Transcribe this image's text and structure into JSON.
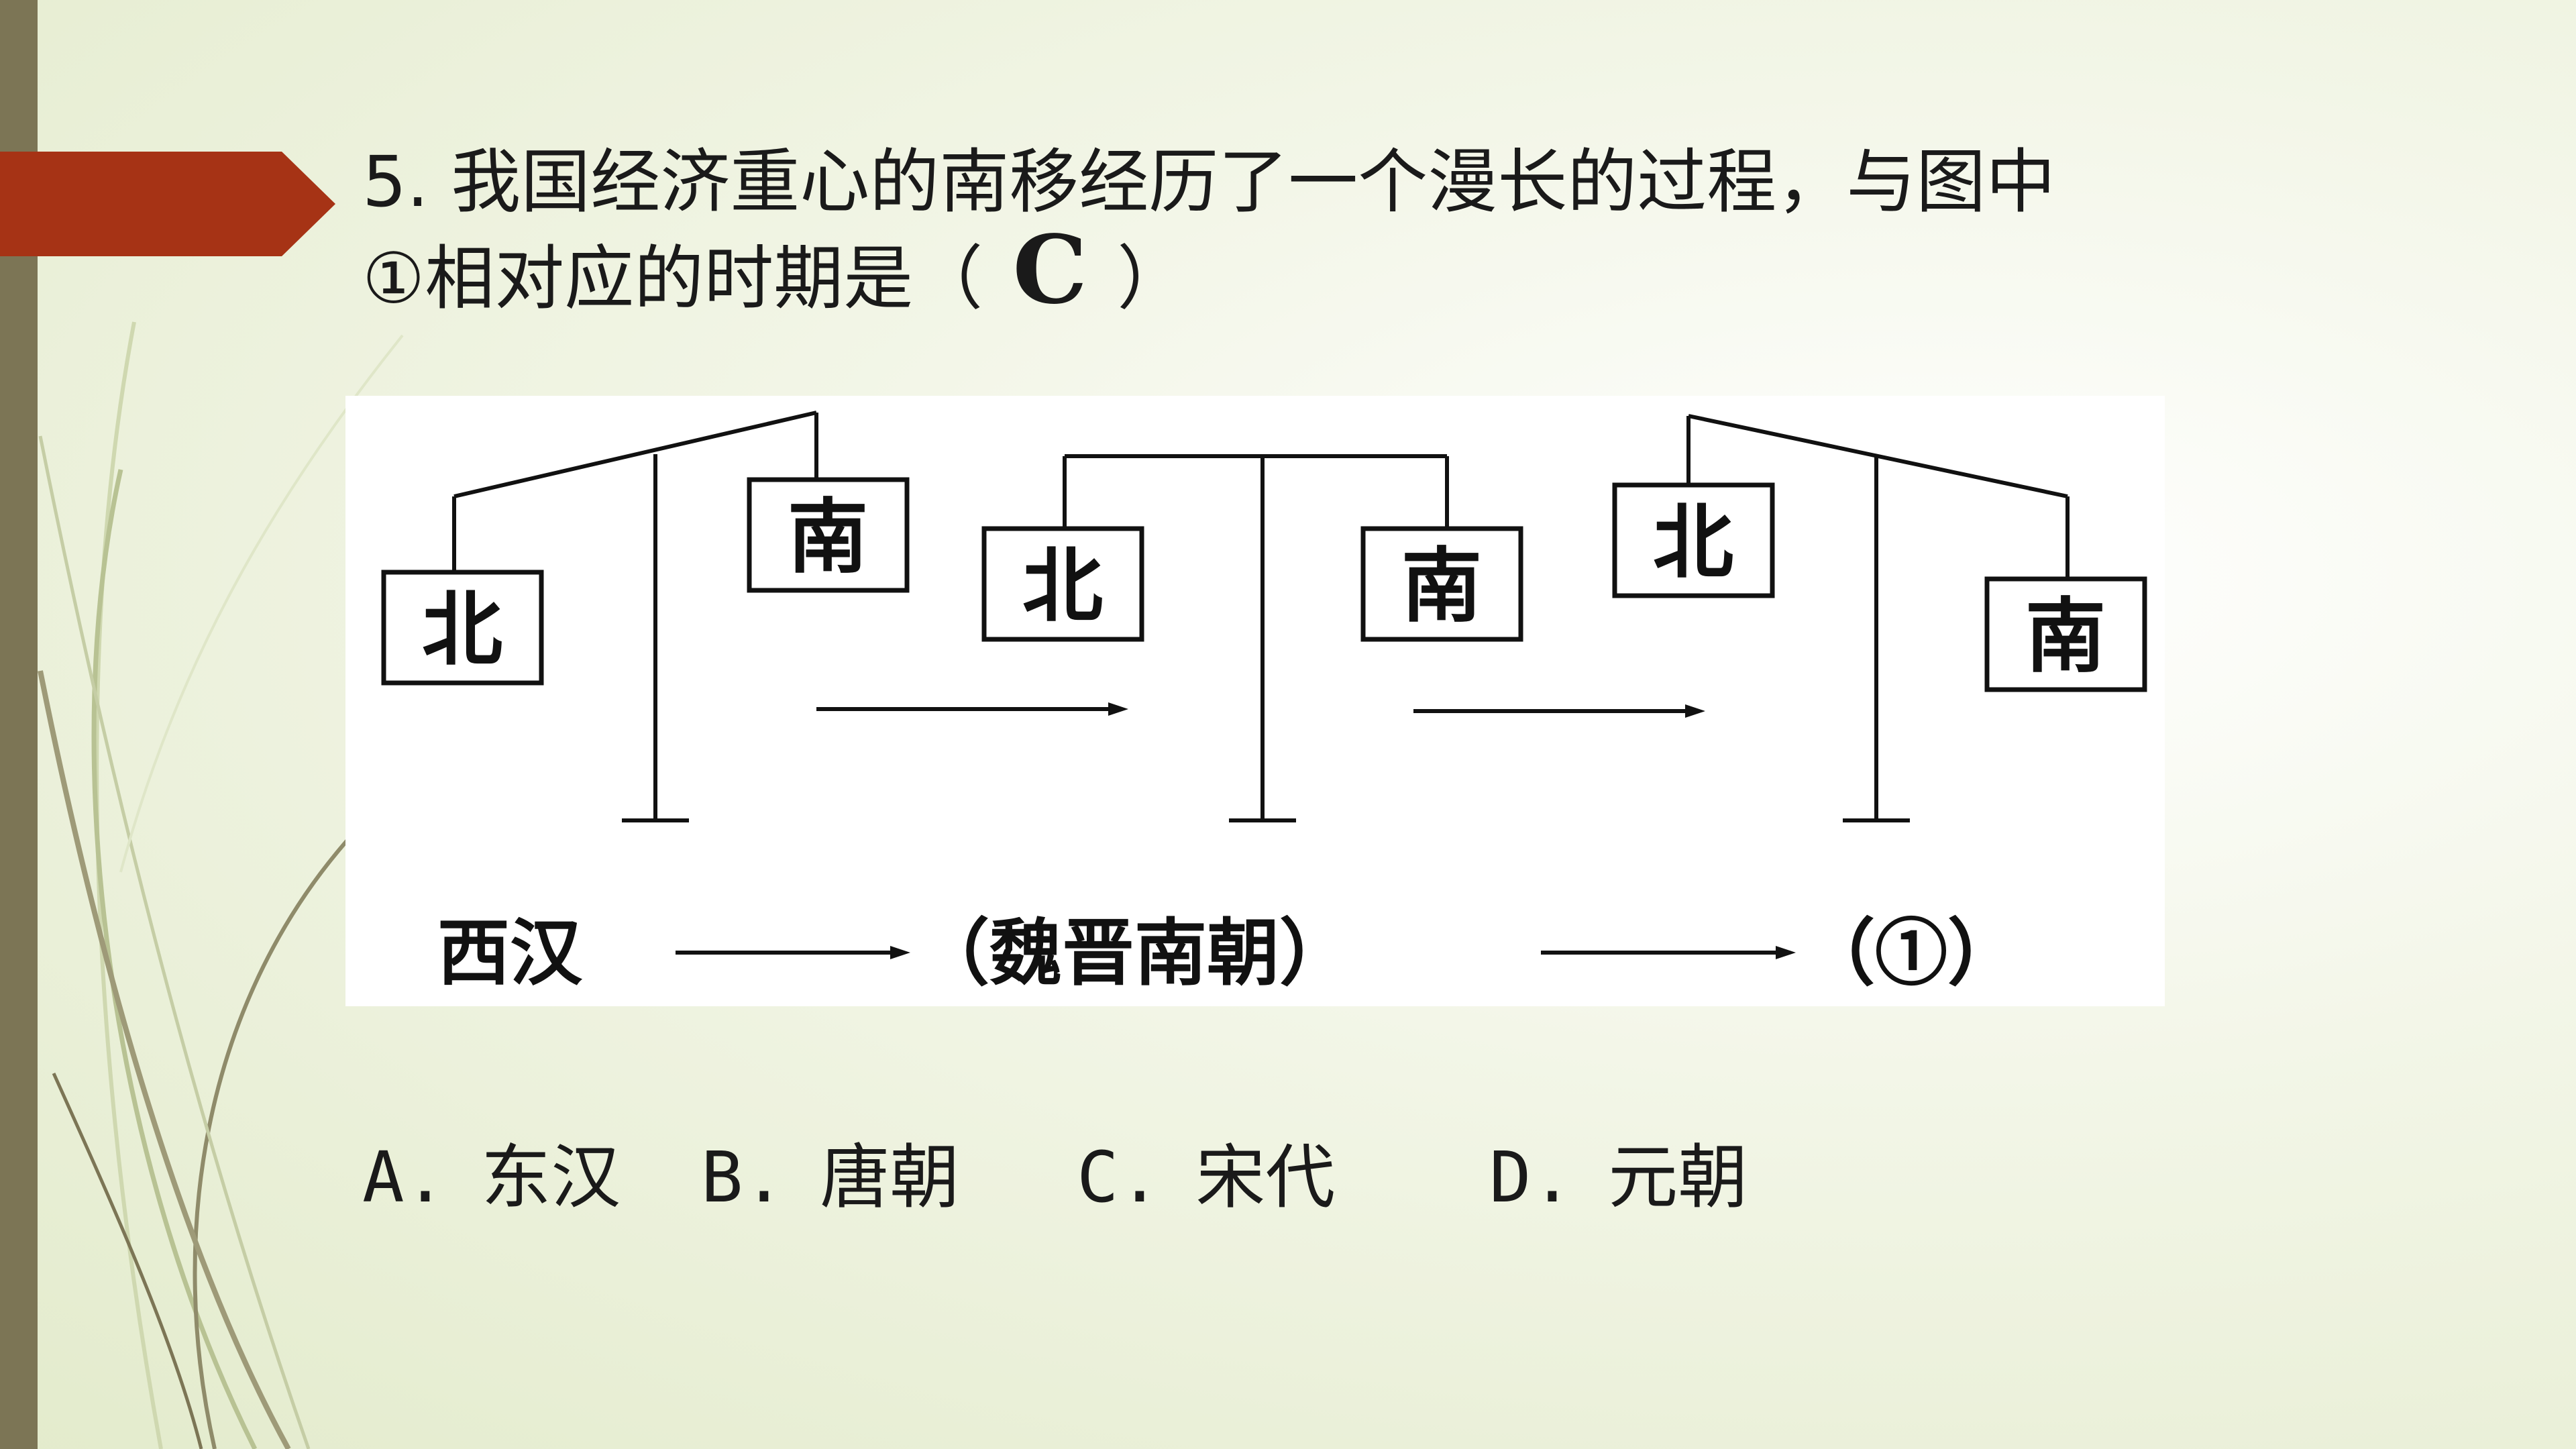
{
  "question": {
    "line1": "5. 我国经济重心的南移经历了一个漫长的过程，与图中",
    "line2_prefix": "①相对应的时期是（",
    "answer": "C",
    "line2_suffix": "）"
  },
  "figure": {
    "scale_labels": [
      "北",
      "南",
      "北",
      "南",
      "北",
      "南"
    ],
    "timeline": {
      "start": "西汉",
      "middle": "（魏晋南朝）",
      "end": "（①）"
    }
  },
  "options": [
    {
      "letter": "A.",
      "text": "东汉"
    },
    {
      "letter": "B.",
      "text": "唐朝"
    },
    {
      "letter": "C.",
      "text": "宋代"
    },
    {
      "letter": "D.",
      "text": "元朝"
    }
  ],
  "colors": {
    "accent_tag": "#a63315",
    "left_bar": "#7c7555"
  }
}
